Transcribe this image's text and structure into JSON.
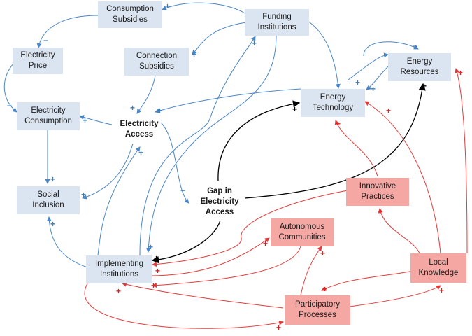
{
  "nodes": {
    "consumption_subsidies": "Consumption\nSubsidies",
    "funding_institutions": "Funding\nInstitutions",
    "electricity_price": "Electricity\nPrice",
    "connection_subsidies": "Connection\nSubsidies",
    "energy_resources": "Energy\nResources",
    "energy_technology": "Energy\nTechnology",
    "electricity_consumption": "Electricity\nConsumption",
    "electricity_access": "Electricity\nAccess",
    "social_inclusion": "Social\nInclusion",
    "gap_in_electricity_access": "Gap in\nElectricity\nAccess",
    "innovative_practices": "Innovative\nPractices",
    "autonomous_communities": "Autonomous\nCommunities",
    "implementing_institutions": "Implementing\nInstitutions",
    "local_knowledge": "Local\nKnowledge",
    "participatory_processes": "Participatory\nProcesses"
  },
  "polarity": {
    "plus": "+",
    "minus": "−"
  },
  "colors": {
    "blue_link": "#4a86c5",
    "red_link": "#e23b3b",
    "black_link": "#000000",
    "blue_box": "#dbe5f1",
    "red_box": "#f4a7a3"
  }
}
